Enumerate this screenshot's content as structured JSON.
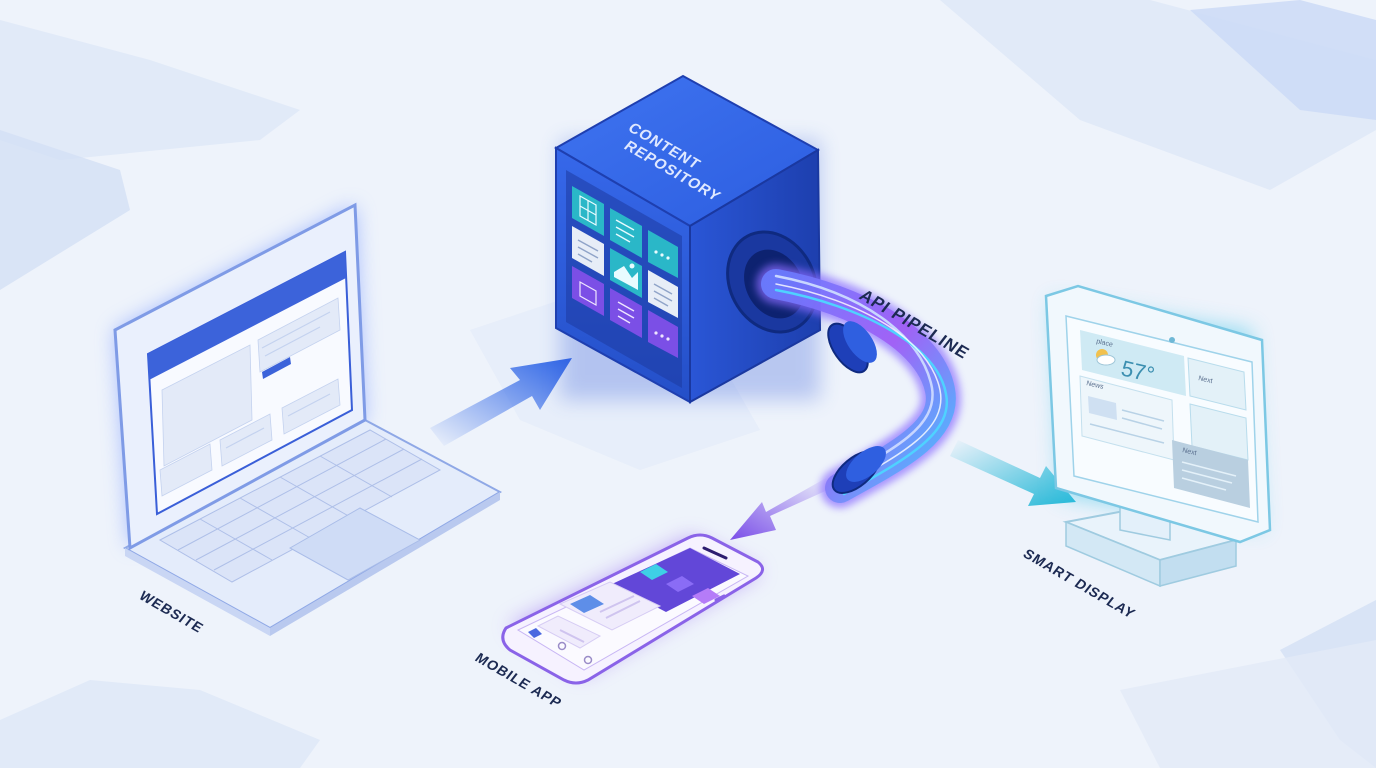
{
  "labels": {
    "cube": [
      "CONTENT",
      "REPOSITORY"
    ],
    "pipeline": "API PIPELINE",
    "website": "WEBSITE",
    "mobile": "MOBILE APP",
    "display": "SMART DISPLAY"
  },
  "display_screen": {
    "location": "place",
    "temperature": "57°",
    "panel_left": "News",
    "panel_right_top": "Next",
    "panel_right_bottom": "Next"
  },
  "colors": {
    "background": "#eef3fb",
    "cube": "#2f5fe0",
    "arrow_website": "#2d64e6",
    "arrow_mobile": "#7a4ee8",
    "arrow_display": "#1fb6d6",
    "label": "#1c2a52"
  },
  "icons": [
    "grid-icon",
    "document-icon",
    "chat-icon",
    "text-icon",
    "image-icon",
    "form-icon",
    "more-icon",
    "weather-icon"
  ]
}
